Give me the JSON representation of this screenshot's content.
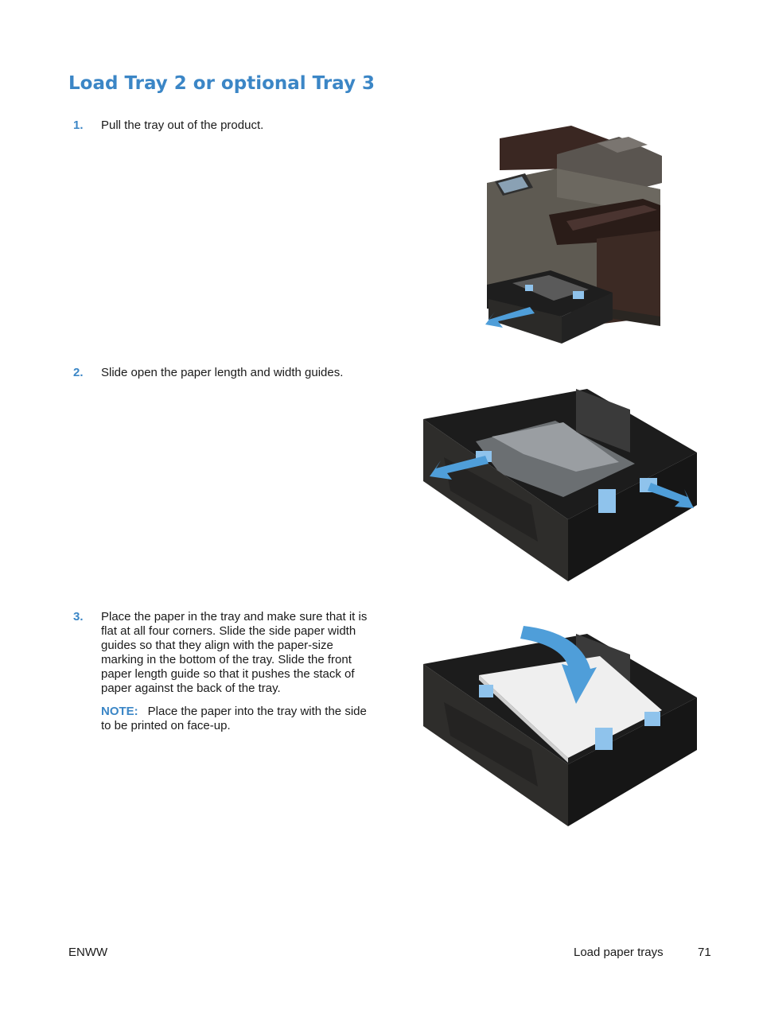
{
  "title": "Load Tray 2 or optional Tray 3",
  "steps": [
    {
      "num": "1.",
      "text": "Pull the tray out of the product."
    },
    {
      "num": "2.",
      "text": "Slide open the paper length and width guides."
    },
    {
      "num": "3.",
      "text": "Place the paper in the tray and make sure that it is flat at all four corners. Slide the side paper width guides so that they align with the paper-size marking in the bottom of the tray. Slide the front paper length guide so that it pushes the stack of paper against the back of the tray."
    }
  ],
  "note": {
    "label": "NOTE:",
    "text": "Place the paper into the tray with the side to be printed on face-up."
  },
  "footer": {
    "left": "ENWW",
    "section": "Load paper trays",
    "page": "71"
  },
  "colors": {
    "accent": "#3b86c6",
    "arrow": "#4f9ed9",
    "tray": "#2b2a28",
    "guide": "#8fc3ec"
  }
}
